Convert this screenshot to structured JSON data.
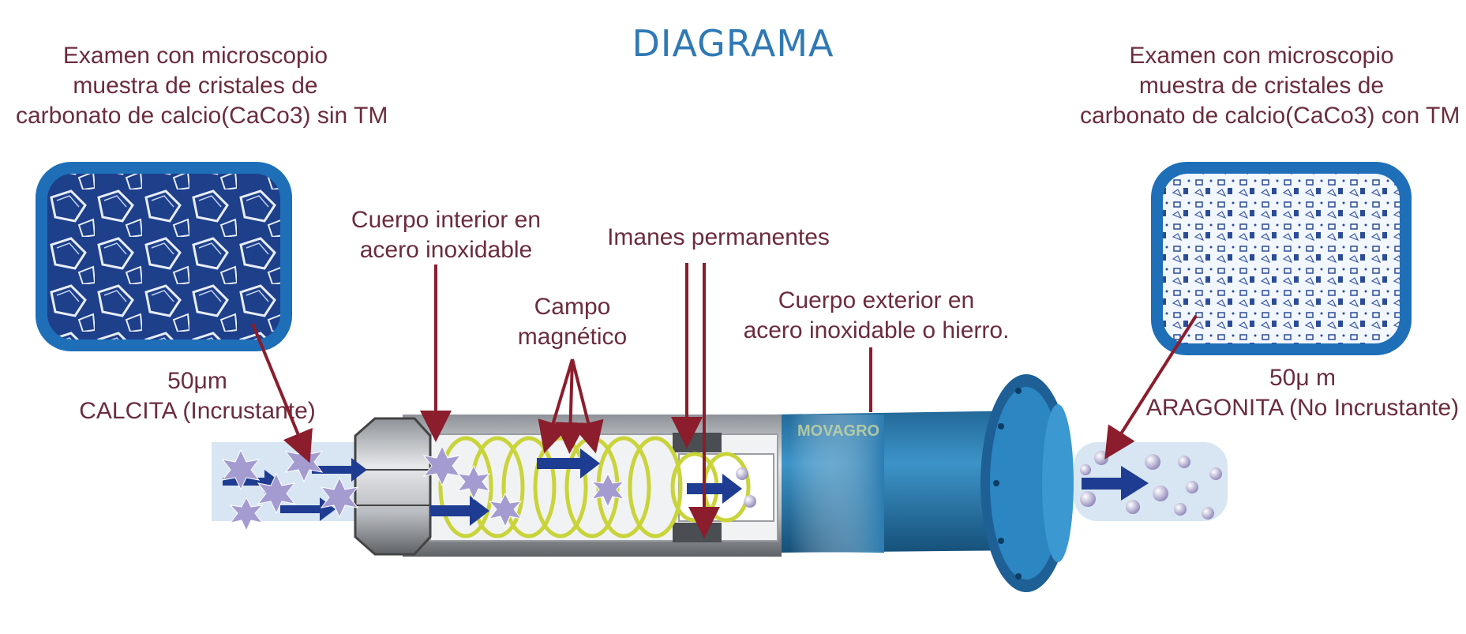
{
  "title": "DIAGRAMA",
  "left_sample": {
    "heading": [
      "Examen con microscopio",
      "muestra de cristales de",
      "carbonato de calcio(CaCo3) sin TM"
    ],
    "scale": "50μm",
    "crystal_name": "CALCITA (Incrustante)"
  },
  "right_sample": {
    "heading": [
      "Examen con microscopio",
      "muestra de cristales de",
      "carbonato de calcio(CaCo3) con TM"
    ],
    "scale": "50μ m",
    "crystal_name": "ARAGONITA (No Incrustante)"
  },
  "labels": {
    "inner_body": [
      "Cuerpo interior en",
      "acero inoxidable"
    ],
    "magnets": "Imanes permanentes",
    "field": [
      "Campo",
      "magnético"
    ],
    "outer_body": [
      "Cuerpo exterior en",
      "acero inoxidable o hierro."
    ]
  },
  "device_brand": "MOVAGRO",
  "colors": {
    "title": "#2f79b5",
    "label_text": "#6b2c3e",
    "pointer": "#8b1d2c",
    "frame": "#1e6fb8",
    "coil": "#c9d43a",
    "arrow": "#1f3c93",
    "outer_pipe": "#2b7bb0",
    "water": "#d7e6f2"
  }
}
